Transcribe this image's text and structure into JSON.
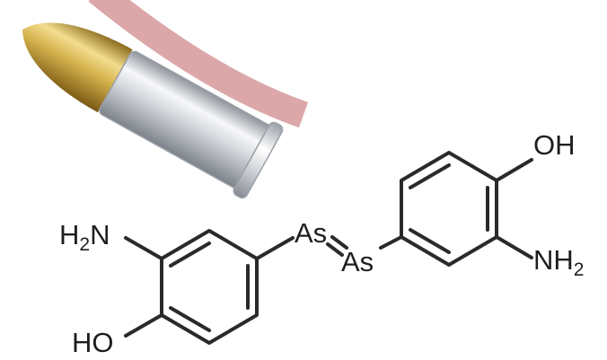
{
  "diagram": {
    "subject": "salvarsan-magic-bullet",
    "bullet": {
      "tip_color": "#c9a43a",
      "tip_highlight": "#f3dd8f",
      "casing_color": "#cfd3d8",
      "casing_highlight": "#f7f8fa"
    },
    "arc_color": "#dca7a9",
    "molecule": {
      "left_ring": {
        "amine_main": "H",
        "amine_sub": "2",
        "amine_tail": "N",
        "hydroxyl": "HO"
      },
      "bridge": {
        "arsenic_upper": "As",
        "arsenic_lower": "As"
      },
      "right_ring": {
        "hydroxyl": "OH",
        "amine_main": "NH",
        "amine_sub": "2"
      }
    }
  }
}
